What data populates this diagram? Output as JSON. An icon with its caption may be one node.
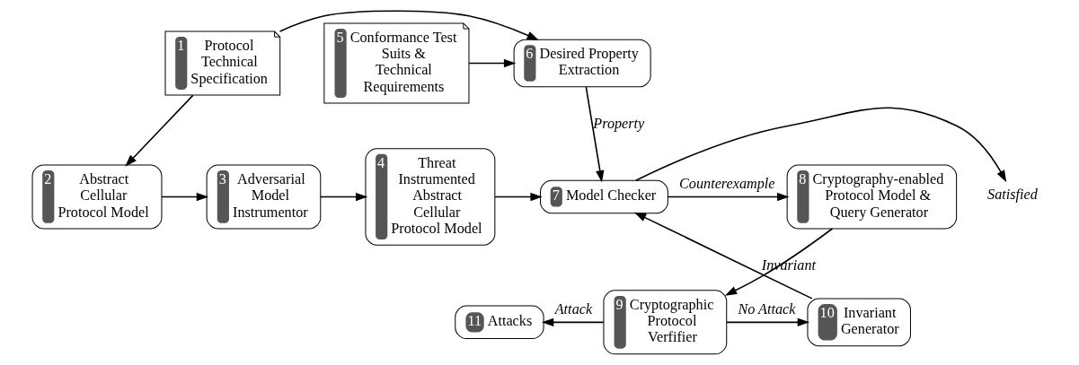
{
  "diagram": {
    "nodes": [
      {
        "text": [
          "1",
          "Protocol Technical Specification"
        ]
      },
      {
        "text": [
          "2",
          "Abstract Cellular Protocol Model"
        ]
      },
      {
        "text": [
          "3",
          "Adversarial Model Instrumentor"
        ]
      },
      {
        "text": [
          "4",
          "Threat Instrumented Abstract Cellular Protocol Model"
        ]
      },
      {
        "text": [
          "5",
          "Conformance Test Suits & Technical Requirements"
        ]
      },
      {
        "text": [
          "6",
          "Desired Property Extraction"
        ]
      },
      {
        "text": [
          "7",
          "Model Checker"
        ]
      },
      {
        "text": [
          "8",
          "Cryptography-enabled Protocol Model & Query Generator"
        ]
      },
      {
        "text": [
          "9",
          "Cryptographic Protocol Verfifier"
        ]
      },
      {
        "text": [
          "10",
          "Invariant Generator"
        ]
      },
      {
        "text": [
          "11",
          "Attacks"
        ]
      },
      {
        "text": [
          "Satisfied"
        ]
      }
    ],
    "edges": [
      {
        "from": 0,
        "to": 5,
        "arrow": "to"
      },
      {
        "from": 4,
        "to": 5,
        "arrow": "to"
      },
      {
        "from": 0,
        "to": 1,
        "arrow": "to"
      },
      {
        "from": 1,
        "to": 2,
        "arrow": "to"
      },
      {
        "from": 2,
        "to": 3,
        "arrow": "to"
      },
      {
        "from": 3,
        "to": 6,
        "arrow": "to"
      },
      {
        "from": 5,
        "to": 6,
        "label": "Property",
        "arrow": "to"
      },
      {
        "from": 9,
        "to": 6,
        "label": "Invariant",
        "arrow": "to"
      },
      {
        "from": 6,
        "to": 7,
        "label": "Counterexample",
        "arrow": "to"
      },
      {
        "from": 6,
        "to": 11,
        "arrow": "to"
      },
      {
        "from": 7,
        "to": 8,
        "arrow": "to"
      },
      {
        "from": 8,
        "to": 10,
        "label": "Attack",
        "arrow": "to"
      },
      {
        "from": 8,
        "to": 9,
        "label": "No Attack",
        "arrow": "to"
      }
    ]
  }
}
